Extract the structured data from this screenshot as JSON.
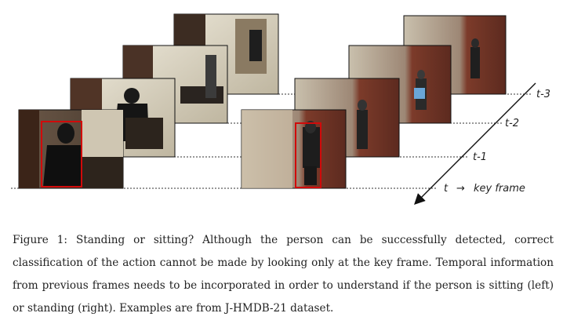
{
  "figure": {
    "time_labels": [
      "t-3",
      "t-2",
      "t-1"
    ],
    "key_frame": {
      "t": "t",
      "arrow": "→",
      "text": "key frame"
    }
  },
  "caption": {
    "label": "Figure 1:",
    "body": "Standing or sitting?  Although the person can be successfully detected, correct classification of the action cannot be made by looking only at the key frame.  Temporal information from previous frames needs to be incorporated in order to understand if the person is sitting (left) or standing (right). Examples are from J-HMDB-21 dataset."
  }
}
